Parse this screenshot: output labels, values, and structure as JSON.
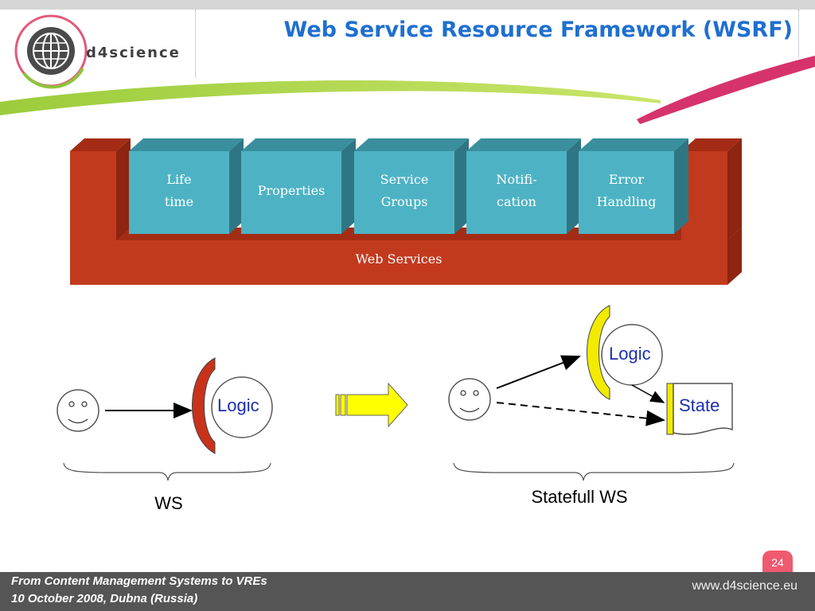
{
  "header": {
    "title": "Web Service Resource Framework (WSRF)",
    "logo_text": "d4science"
  },
  "architecture": {
    "blocks": [
      {
        "lines": [
          "Life",
          "time"
        ]
      },
      {
        "lines": [
          "Properties"
        ]
      },
      {
        "lines": [
          "Service",
          "Groups"
        ]
      },
      {
        "lines": [
          "Notifi-",
          "cation"
        ]
      },
      {
        "lines": [
          "Error",
          "Handling"
        ]
      }
    ],
    "base_label": "Web Services",
    "colors": {
      "block": "#4db3c4",
      "block_top": "#3a8f9e",
      "base": "#c23a1e",
      "base_dark": "#8e2510"
    }
  },
  "ws_diagram": {
    "logic_label": "Logic",
    "caption": "WS",
    "shell_color": "#c9321a"
  },
  "statefull_diagram": {
    "logic_label": "Logic",
    "state_label": "State",
    "caption": "Statefull WS",
    "shell_color": "#f2ea00"
  },
  "arrow_color": "#ffff00",
  "footer": {
    "line1": "From Content Management Systems to VREs",
    "line2": "10 October 2008, Dubna (Russia)",
    "url": "www.d4science.eu",
    "page_number": "24"
  }
}
